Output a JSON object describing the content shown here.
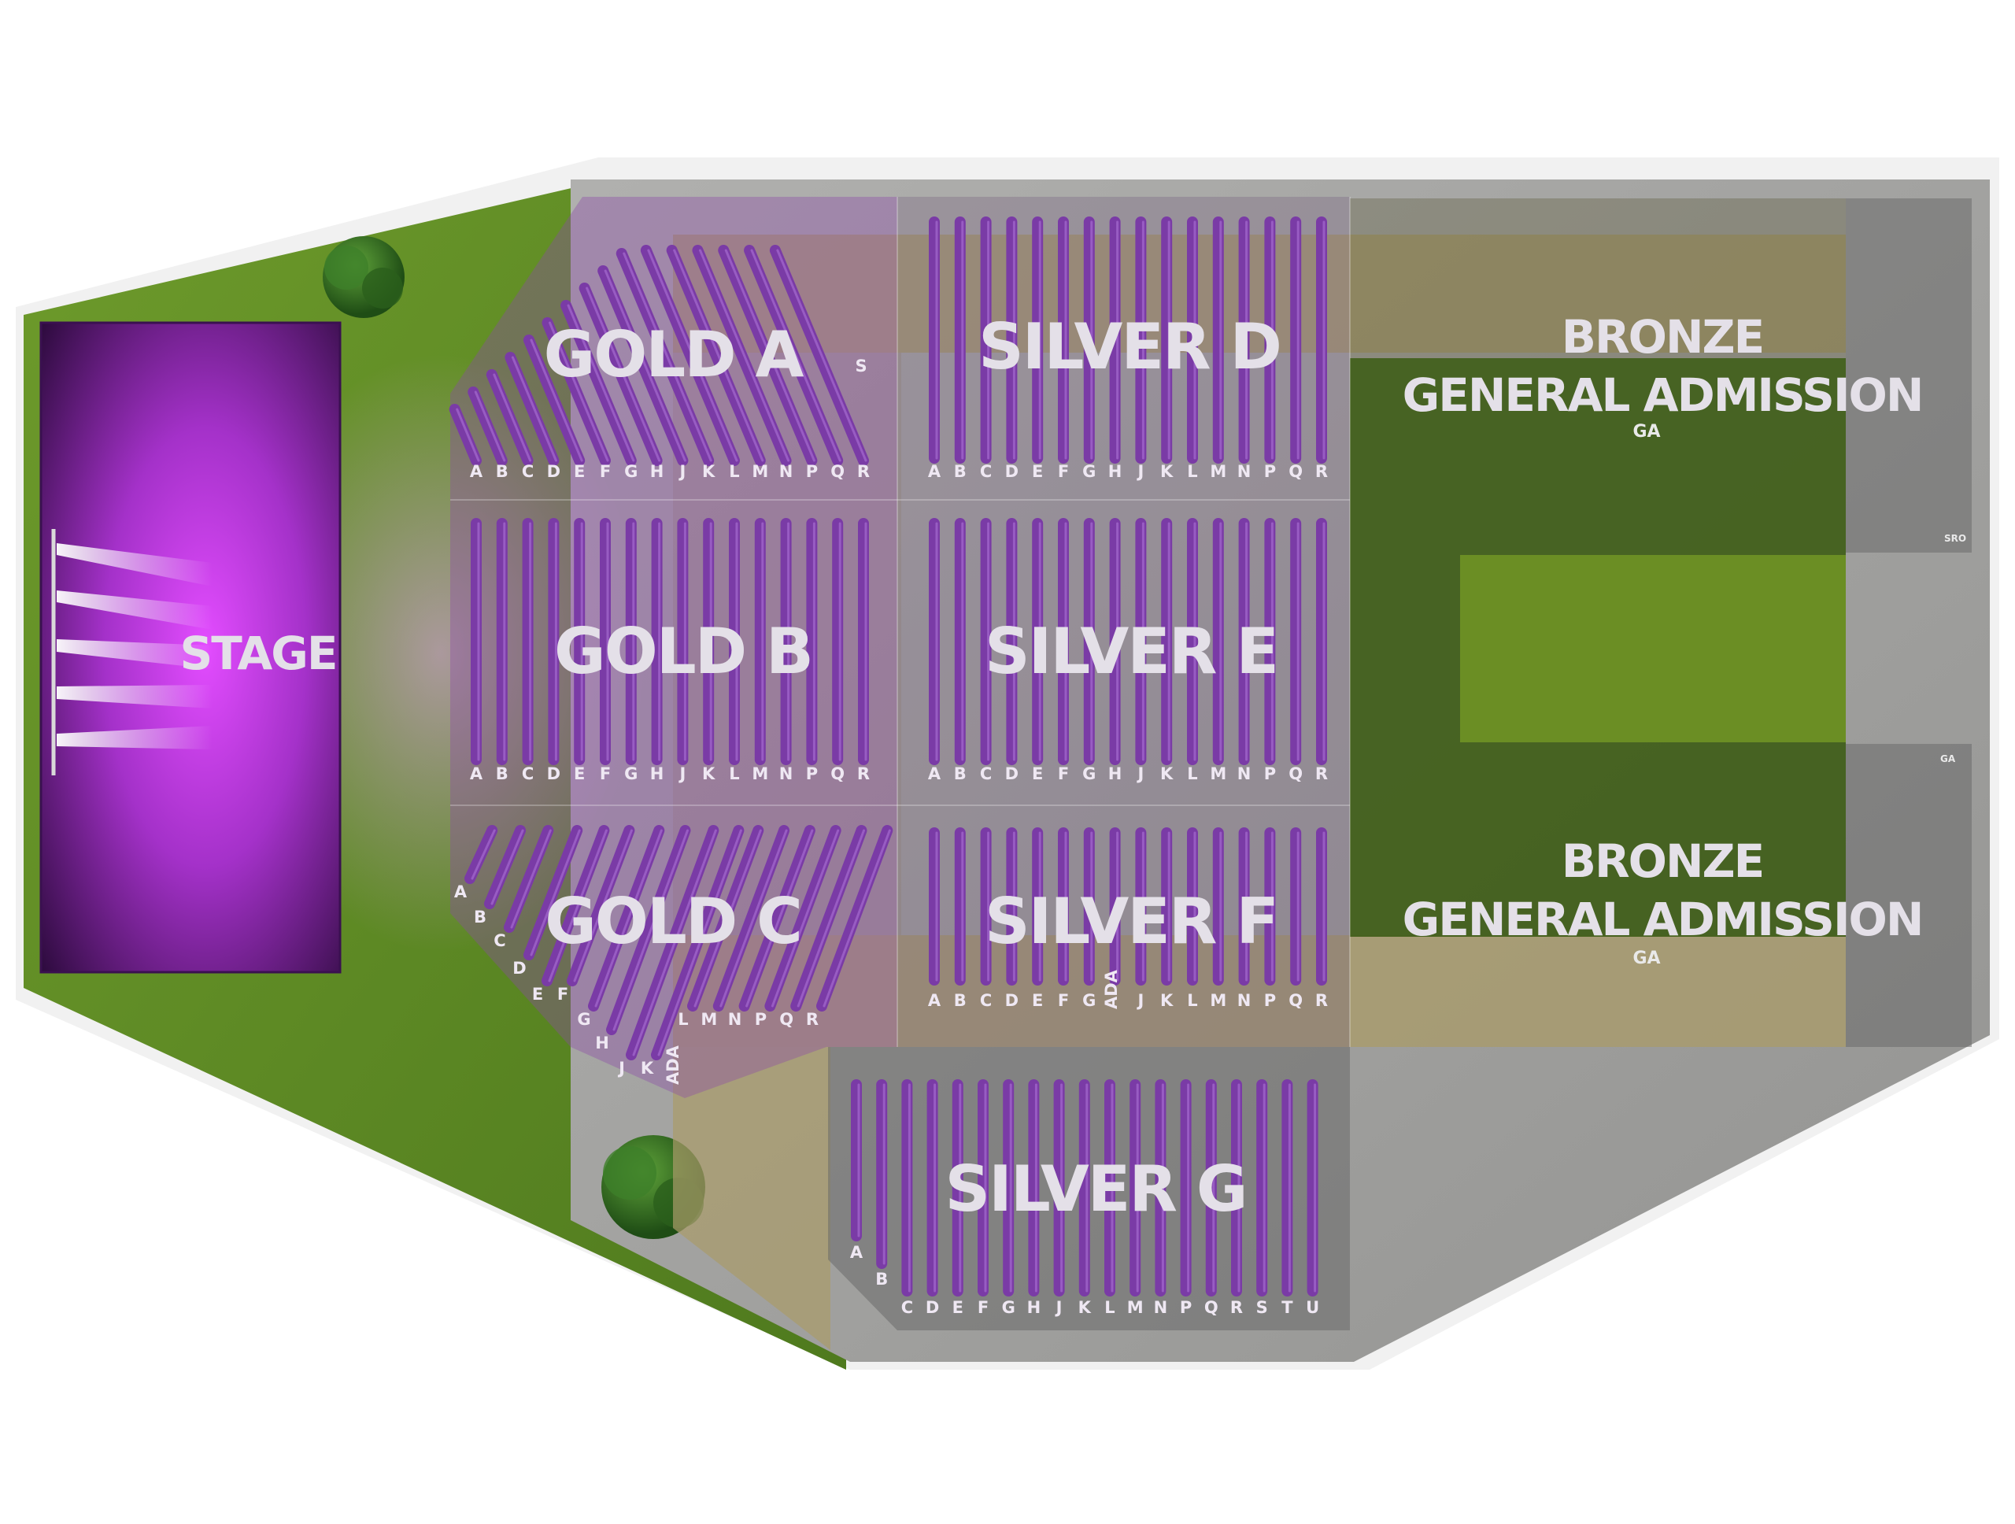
{
  "stage": {
    "label": "STAGE"
  },
  "sections": {
    "gold_a": {
      "label": "GOLD A",
      "rows": [
        "A",
        "B",
        "C",
        "D",
        "E",
        "F",
        "G",
        "H",
        "J",
        "K",
        "L",
        "M",
        "N",
        "P",
        "Q",
        "R"
      ],
      "extra_row": "S"
    },
    "gold_b": {
      "label": "GOLD B",
      "rows": [
        "A",
        "B",
        "C",
        "D",
        "E",
        "F",
        "G",
        "H",
        "J",
        "K",
        "L",
        "M",
        "N",
        "P",
        "Q",
        "R"
      ]
    },
    "gold_c": {
      "label": "GOLD C",
      "rows": [
        "A",
        "B",
        "C",
        "D",
        "E",
        "F",
        "G",
        "H",
        "J",
        "K",
        "L",
        "M",
        "N",
        "P",
        "Q",
        "R"
      ],
      "ada": "ADA"
    },
    "silver_d": {
      "label": "SILVER D",
      "rows": [
        "A",
        "B",
        "C",
        "D",
        "E",
        "F",
        "G",
        "H",
        "J",
        "K",
        "L",
        "M",
        "N",
        "P",
        "Q",
        "R"
      ]
    },
    "silver_e": {
      "label": "SILVER E",
      "rows": [
        "A",
        "B",
        "C",
        "D",
        "E",
        "F",
        "G",
        "H",
        "J",
        "K",
        "L",
        "M",
        "N",
        "P",
        "Q",
        "R"
      ]
    },
    "silver_f": {
      "label": "SILVER F",
      "rows": [
        "A",
        "B",
        "C",
        "D",
        "E",
        "F",
        "G",
        "J",
        "K",
        "L",
        "M",
        "N",
        "P",
        "Q",
        "R"
      ],
      "ada": "ADA"
    },
    "silver_g": {
      "label": "SILVER G",
      "rows": [
        "A",
        "B",
        "C",
        "D",
        "E",
        "F",
        "G",
        "H",
        "J",
        "K",
        "L",
        "M",
        "N",
        "P",
        "Q",
        "R",
        "S",
        "T",
        "U"
      ]
    },
    "bronze_top": {
      "label_line1": "BRONZE",
      "label_line2": "GENERAL ADMISSION",
      "tag": "GA"
    },
    "bronze_bottom": {
      "label_line1": "BRONZE",
      "label_line2": "GENERAL ADMISSION",
      "tag": "GA"
    },
    "sro_tag": "SRO",
    "ga_tag": "GA"
  },
  "colors": {
    "grass": "#5f8a26",
    "concrete": "#a6a6a6",
    "stage_purple": "#c13fe0",
    "seat_purple": "#7a3ba6",
    "bronze_green": "#3f5d18",
    "tan": "#a99b6a",
    "label": "#e4e0e8"
  }
}
